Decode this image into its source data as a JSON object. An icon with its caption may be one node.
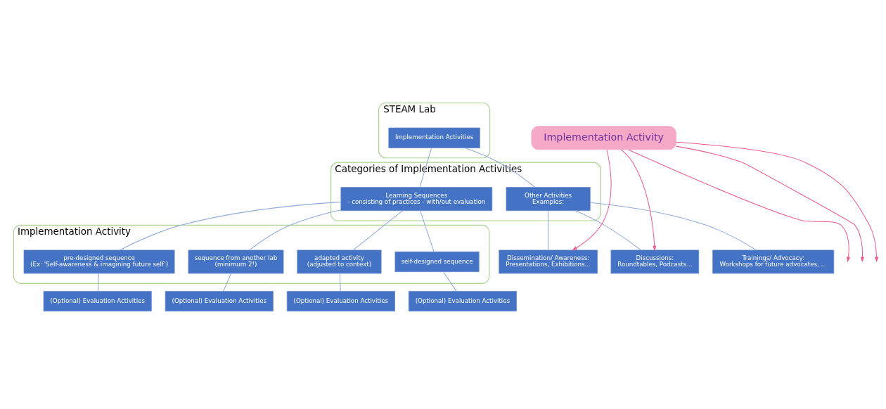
{
  "diagram": {
    "nodes": [
      {
        "text": [
          "STEAM Lab"
        ]
      },
      {
        "text": [
          "Implementation Activities"
        ],
        "in": 0
      },
      {
        "text": [
          "Categories of Implementation Activities"
        ]
      },
      {
        "text": [
          "Learning Sequences",
          "- consisting of practices - with/out evaluation"
        ],
        "in": 2
      },
      {
        "text": [
          "Other Activities",
          "Examples:"
        ],
        "in": 2
      },
      {
        "text": [
          "Implementation Activity"
        ]
      },
      {
        "text": [
          "pre-designed sequence",
          "(Ex: 'Self-awareness & imagining future self’)"
        ],
        "in": 5
      },
      {
        "text": [
          "sequence from another lab",
          "(minimum 2!)"
        ],
        "in": 5
      },
      {
        "text": [
          "adapted activity",
          "(adjusted to context)"
        ],
        "in": 5
      },
      {
        "text": [
          "self-designed sequence"
        ],
        "in": 5
      },
      {
        "text": [
          "(Optional) Evaluation Activities"
        ]
      },
      {
        "text": [
          "(Optional) Evaluation Activities"
        ]
      },
      {
        "text": [
          "(Optional) Evaluation Activities"
        ]
      },
      {
        "text": [
          "(Optional) Evaluation Activities"
        ]
      },
      {
        "text": [
          "Dissemination/ Awareness:",
          "Presentations, Exhibitions..."
        ]
      },
      {
        "text": [
          "Discussions:",
          "Roundtables, Podcasts..."
        ]
      },
      {
        "text": [
          "Trainings/ Advocacy:",
          "Workshops for future advocates, ..."
        ]
      },
      {
        "text": [
          "Implementation Activity"
        ]
      }
    ],
    "edges": [
      {
        "from": 1,
        "to": 3,
        "arrow": "none"
      },
      {
        "from": 1,
        "to": 4,
        "arrow": "none"
      },
      {
        "from": 3,
        "to": 6,
        "arrow": "none"
      },
      {
        "from": 3,
        "to": 7,
        "arrow": "none"
      },
      {
        "from": 3,
        "to": 8,
        "arrow": "none"
      },
      {
        "from": 3,
        "to": 9,
        "arrow": "none"
      },
      {
        "from": 6,
        "to": 10,
        "arrow": "none"
      },
      {
        "from": 7,
        "to": 11,
        "arrow": "none"
      },
      {
        "from": 8,
        "to": 12,
        "arrow": "none"
      },
      {
        "from": 9,
        "to": 13,
        "arrow": "none"
      },
      {
        "from": 4,
        "to": 14,
        "arrow": "none"
      },
      {
        "from": 4,
        "to": 15,
        "arrow": "none"
      },
      {
        "from": 4,
        "to": 16,
        "arrow": "none"
      },
      {
        "from": 17,
        "to": null,
        "arrow": "to",
        "color": "#ee5c8e"
      },
      {
        "from": 17,
        "to": 14,
        "arrow": "to",
        "color": "#ee5c8e"
      },
      {
        "from": 17,
        "to": null,
        "arrow": "to",
        "color": "#ee5c8e"
      },
      {
        "from": 17,
        "to": 15,
        "arrow": "to",
        "color": "#ee5c8e"
      },
      {
        "from": 17,
        "to": null,
        "arrow": "to",
        "color": "#ee5c8e"
      }
    ]
  }
}
